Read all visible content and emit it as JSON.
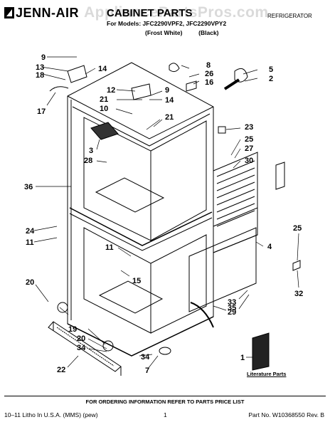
{
  "header": {
    "brand": "JENN-AIR",
    "title": "CABINET PARTS",
    "models_line": "For Models: JFC2290VPF2, JFC2290VPY2",
    "variant_1": "(Frost White)",
    "variant_2": "(Black)",
    "category": "REFRIGERATOR",
    "watermark": "AppliancePartsPros.com"
  },
  "callouts": [
    "9",
    "13",
    "18",
    "17",
    "14",
    "12",
    "21",
    "10",
    "3",
    "28",
    "36",
    "24",
    "11",
    "20",
    "19",
    "20",
    "34",
    "22",
    "8",
    "26",
    "16",
    "5",
    "2",
    "9",
    "14",
    "21",
    "23",
    "25",
    "27",
    "30",
    "11",
    "15",
    "4",
    "25",
    "32",
    "33",
    "29",
    "35",
    "34",
    "7",
    "1"
  ],
  "literature_label": "Literature Parts",
  "footer": {
    "ordering_note": "FOR ORDERING INFORMATION REFER TO PARTS PRICE LIST",
    "litho": "10–11 Litho In U.S.A. (MMS) (pew)",
    "page_number": "1",
    "part_number": "Part No. W10368550 Rev. B"
  }
}
